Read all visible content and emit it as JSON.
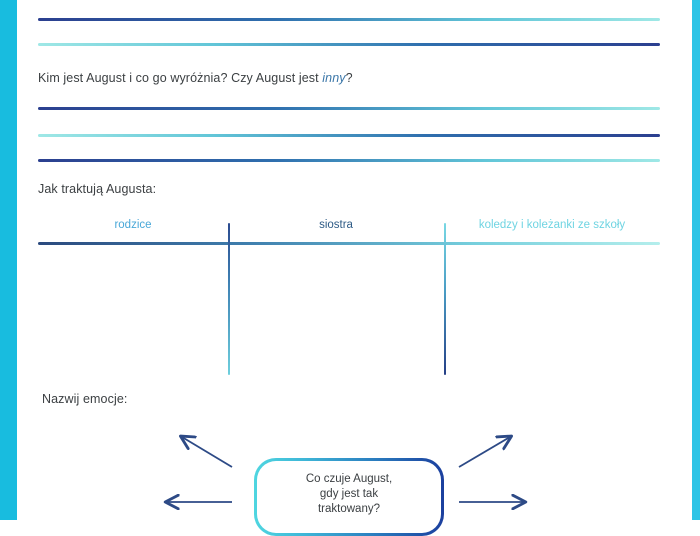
{
  "page": {
    "language": "pl",
    "accent_band_color": "#18bcdf",
    "accent_band_color_right": "#2ec4e6",
    "text_color": "#3c4043"
  },
  "top_answer_lines": [
    {
      "direction": "dark-to-light"
    },
    {
      "direction": "light-to-dark"
    }
  ],
  "question": {
    "text_before": "Kim jest August i co go wyróżnia? Czy August jest ",
    "emphasis": "inny",
    "emphasis_color": "#3a76a8",
    "text_after": "?"
  },
  "answer_lines": [
    {
      "direction": "dark-to-light"
    },
    {
      "direction": "light-to-dark"
    },
    {
      "direction": "dark-to-light"
    }
  ],
  "table_section": {
    "title": "Jak traktują Augusta:",
    "columns": [
      {
        "label": "rodzice",
        "color": "#4aa8d8"
      },
      {
        "label": "siostra",
        "color": "#2e5b86"
      },
      {
        "label": "koledzy i koleżanki ze szkoły",
        "color": "#6fd4e2"
      }
    ]
  },
  "emotions_section": {
    "title": "Nazwij emocje:",
    "center_box": {
      "line1": "Co czuje August,",
      "line2": "gdy jest tak",
      "line3": "traktowany?",
      "border_gradient_from": "#4fd6e0",
      "border_gradient_to": "#1b3f9e"
    },
    "arrows": [
      {
        "name": "arrow-up-left",
        "direction": "up-left"
      },
      {
        "name": "arrow-left",
        "direction": "left"
      },
      {
        "name": "arrow-up-right",
        "direction": "up-right"
      },
      {
        "name": "arrow-right",
        "direction": "right"
      }
    ],
    "arrow_color": "#2d4a86"
  }
}
